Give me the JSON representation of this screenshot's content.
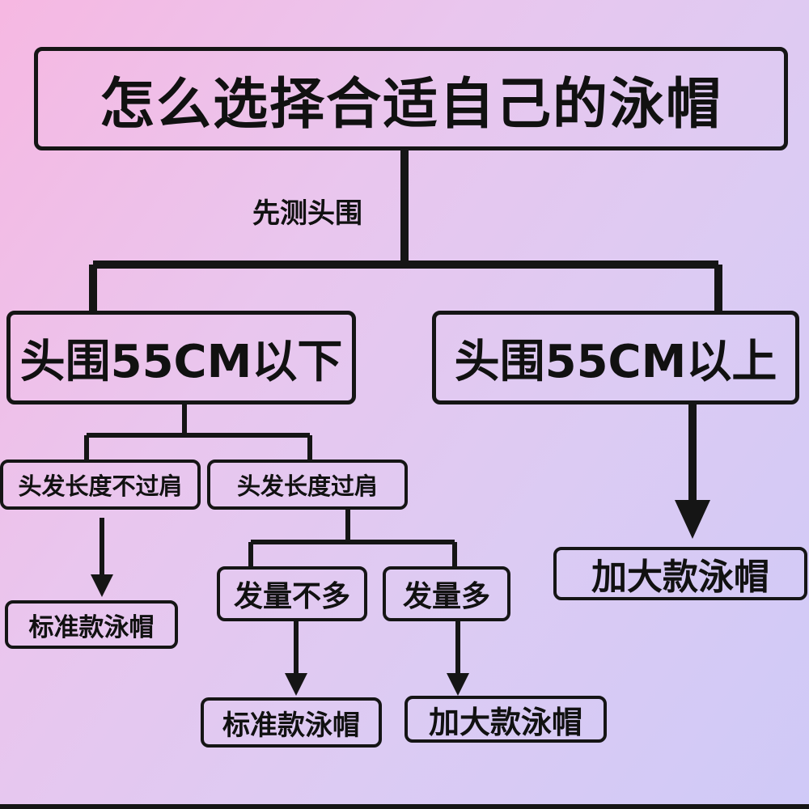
{
  "title": "怎么选择合适自己的泳帽",
  "step_label": "先测头围",
  "branch_under": "头围55CM以下",
  "branch_over": "头围55CM以上",
  "hair_short": "头发长度不过肩",
  "hair_long": "头发长度过肩",
  "volume_low": "发量不多",
  "volume_high": "发量多",
  "result_standard_a": "标准款泳帽",
  "result_standard_b": "标准款泳帽",
  "result_large_a": "加大款泳帽",
  "result_large_b": "加大款泳帽",
  "colors": {
    "line": "#151515",
    "text": "#111111",
    "bg_start": "#f6b8e2",
    "bg_end": "#cfc9f7"
  }
}
